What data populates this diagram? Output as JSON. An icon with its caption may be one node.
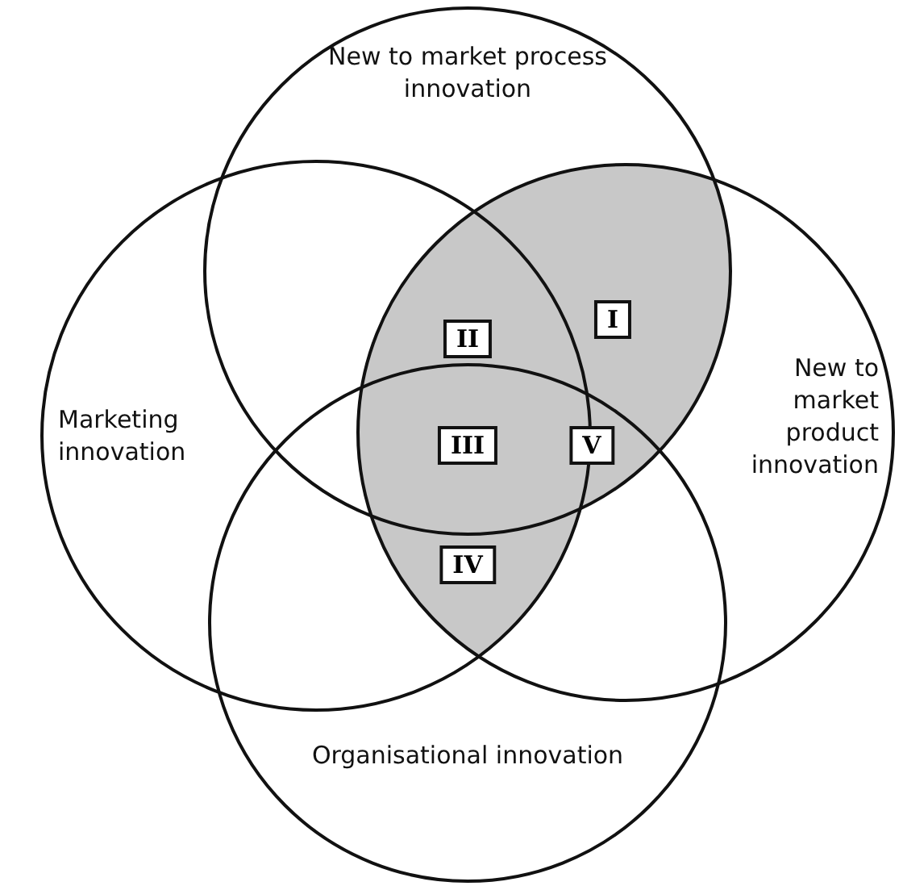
{
  "diagram": {
    "nodes": [
      {
        "text": [
          "New to market process innovation"
        ]
      },
      {
        "text": [
          "Marketing innovation"
        ]
      },
      {
        "text": [
          "New to market product innovation"
        ]
      },
      {
        "text": [
          "I"
        ]
      },
      {
        "text": [
          "II"
        ]
      },
      {
        "text": [
          "III"
        ]
      },
      {
        "text": [
          "V"
        ]
      },
      {
        "text": [
          "IV"
        ]
      },
      {
        "text": [
          "Organisational innovation"
        ]
      }
    ]
  }
}
